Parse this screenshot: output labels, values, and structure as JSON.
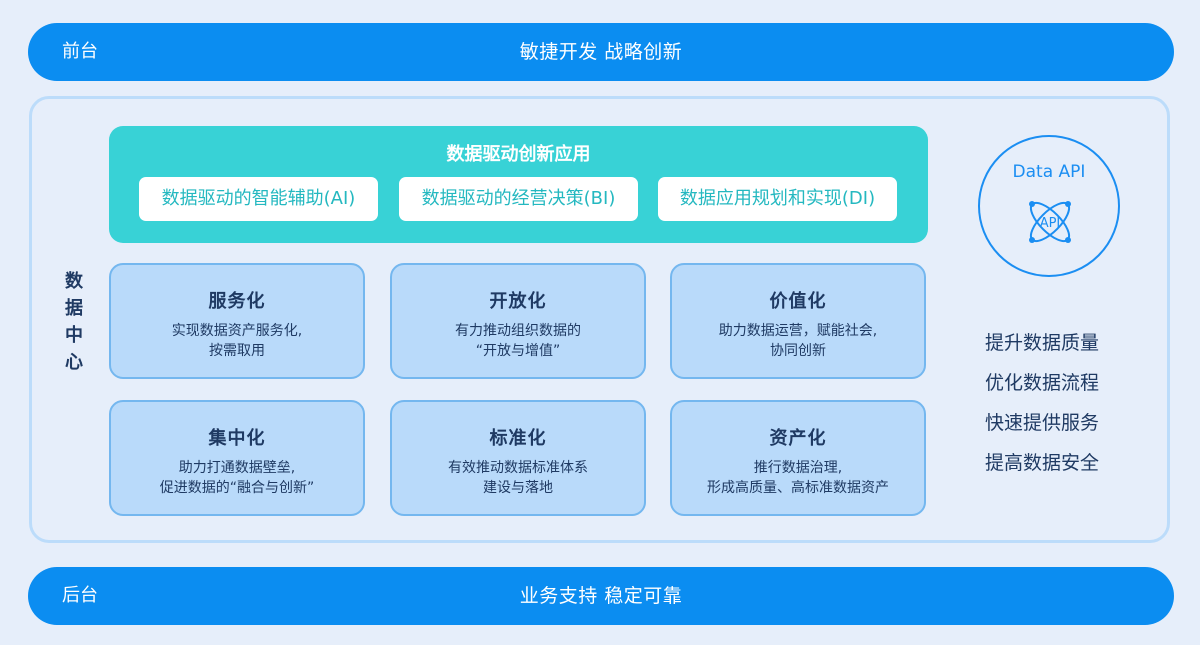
{
  "front": {
    "label": "前台",
    "slogan": "敏捷开发 战略创新"
  },
  "back": {
    "label": "后台",
    "slogan": "业务支持 稳定可靠"
  },
  "data_center": {
    "label_chars": [
      "数",
      "据",
      "中",
      "心"
    ]
  },
  "apps": {
    "title": "数据驱动创新应用",
    "items": [
      "数据驱动的智能辅助(AI)",
      "数据驱动的经营决策(BI)",
      "数据应用规划和实现(DI)"
    ]
  },
  "cards": [
    {
      "title": "服务化",
      "lines": [
        "实现数据资产服务化,",
        "按需取用"
      ]
    },
    {
      "title": "开放化",
      "lines": [
        "有力推动组织数据的",
        "“开放与增值”"
      ]
    },
    {
      "title": "价值化",
      "lines": [
        "助力数据运营，赋能社会,",
        "协同创新"
      ]
    },
    {
      "title": "集中化",
      "lines": [
        "助力打通数据壁垒,",
        "促进数据的“融合与创新”"
      ]
    },
    {
      "title": "标准化",
      "lines": [
        "有效推动数据标准体系",
        "建设与落地"
      ]
    },
    {
      "title": "资产化",
      "lines": [
        "推行数据治理,",
        "形成高质量、高标准数据资产"
      ]
    }
  ],
  "api": {
    "title": "Data API",
    "icon_text": "API",
    "icon": "atom-api-icon",
    "color": "#1b8ef2"
  },
  "benefits": [
    "提升数据质量",
    "优化数据流程",
    "快速提供服务",
    "提高数据安全"
  ],
  "colors": {
    "primary_blue": "#0b8df1",
    "teal": "#38d2d6",
    "card_fill": "#b9dafa",
    "background": "#e6eefa"
  }
}
